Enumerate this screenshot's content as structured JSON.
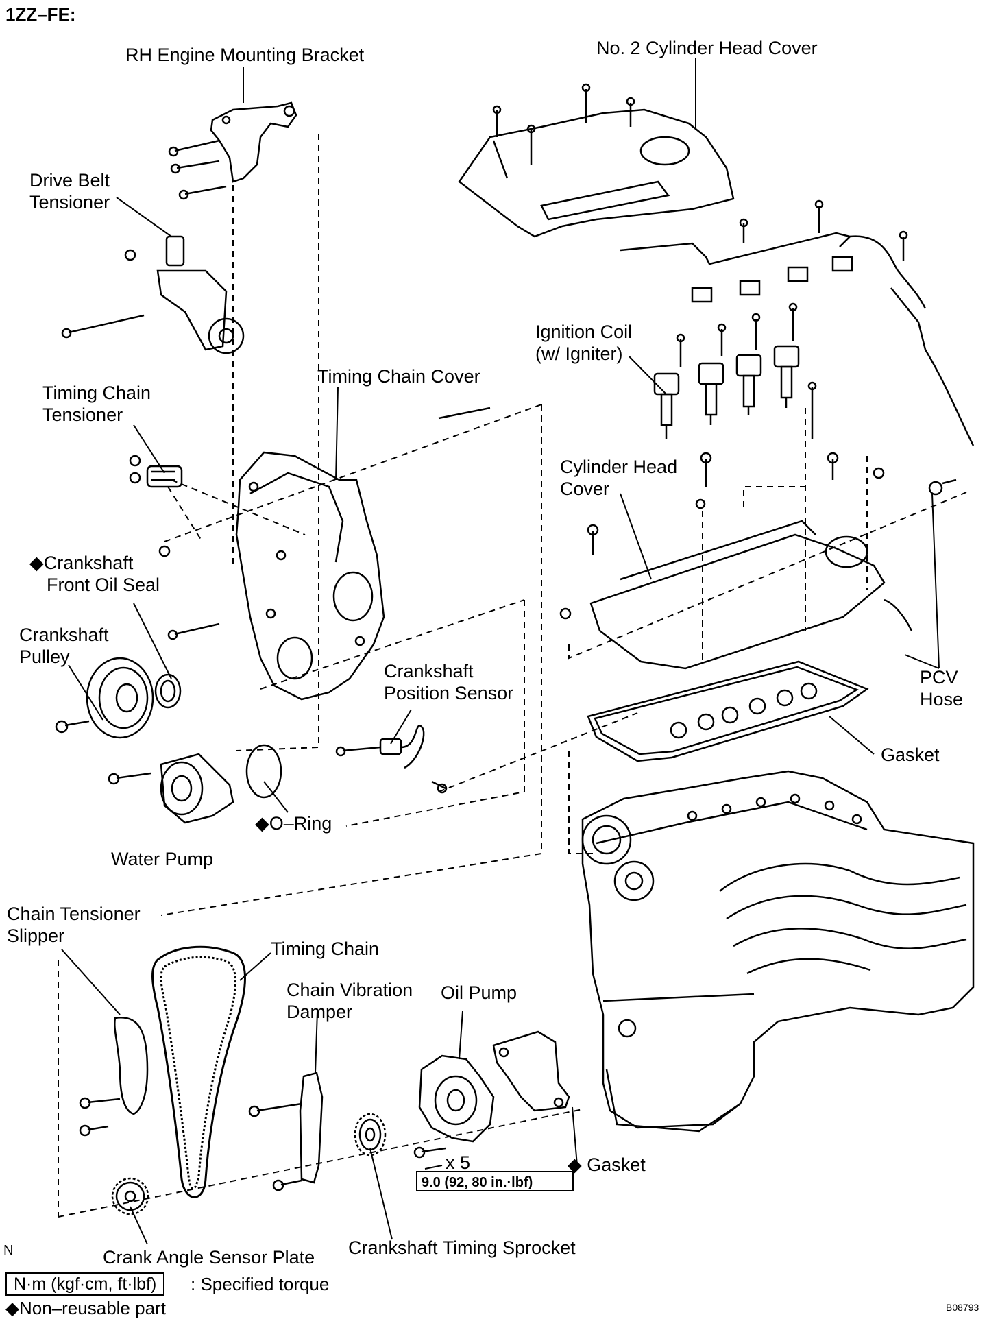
{
  "title": "1ZZ–FE:",
  "labels": {
    "rh_bracket": "RH Engine Mounting Bracket",
    "head_cover2": "No. 2 Cylinder Head Cover",
    "belt_tensioner": [
      "Drive Belt",
      "Tensioner"
    ],
    "ignition_coil": [
      "Ignition Coil",
      "(w/ Igniter)"
    ],
    "timing_cover": "Timing Chain Cover",
    "chain_tensioner": [
      "Timing Chain",
      "Tensioner"
    ],
    "cylinder_head_cover": [
      "Cylinder Head",
      "Cover"
    ],
    "front_oil_seal": [
      "◆Crankshaft",
      "Front Oil Seal"
    ],
    "crank_pulley": [
      "Crankshaft",
      "Pulley"
    ],
    "crank_sensor": [
      "Crankshaft",
      "Position Sensor"
    ],
    "pcv_hose": [
      "PCV",
      "Hose"
    ],
    "gasket_top": "Gasket",
    "o_ring": "◆O–Ring",
    "water_pump": "Water Pump",
    "slipper": [
      "Chain Tensioner",
      "Slipper"
    ],
    "timing_chain": "Timing Chain",
    "vibration_damper": [
      "Chain Vibration",
      "Damper"
    ],
    "oil_pump": "Oil Pump",
    "gasket_bottom": "◆ Gasket",
    "x5": "x 5",
    "torque_value": "9.0 (92, 80 in.·lbf)",
    "n_mark": "N",
    "crank_angle_plate": "Crank Angle Sensor Plate",
    "timing_sprocket": "Crankshaft Timing Sprocket"
  },
  "legend": {
    "torque_units": "N·m (kgf·cm, ft·lbf)",
    "torque_desc": ": Specified torque",
    "non_reusable": "◆Non–reusable part"
  },
  "figure_id": "B08793"
}
